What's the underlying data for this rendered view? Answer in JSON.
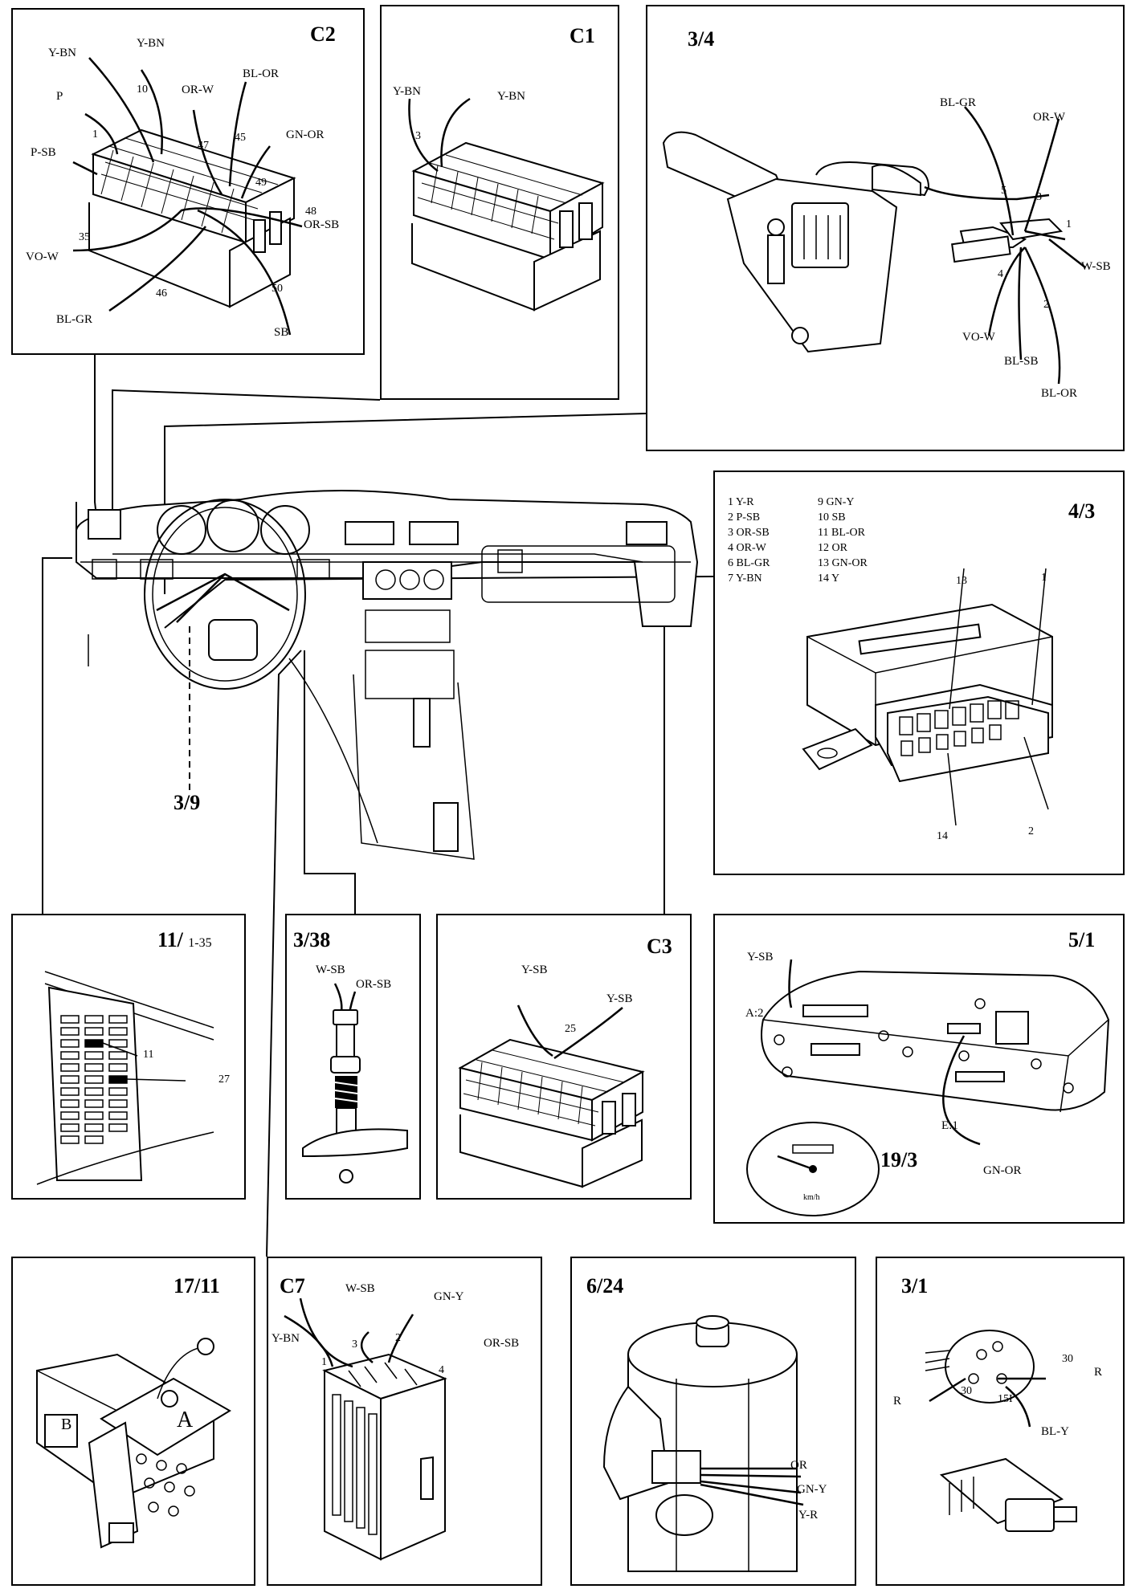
{
  "panels": {
    "c2": {
      "title": "C2",
      "labels": {
        "ybn_a": "Y-BN",
        "ybn_b": "Y-BN",
        "p": "P",
        "psb": "P-SB",
        "orw": "OR-W",
        "blor": "BL-OR",
        "gnor": "GN-OR",
        "vow": "VO-W",
        "blgr": "BL-GR",
        "orsb": "OR-SB",
        "sb": "SB"
      },
      "pins": {
        "p10": "10",
        "p1": "1",
        "p47": "47",
        "p45": "45",
        "p49": "49",
        "p48": "48",
        "p35": "35",
        "p46": "46",
        "p50": "50"
      }
    },
    "c1": {
      "title": "C1",
      "labels": {
        "ybn_a": "Y-BN",
        "ybn_b": "Y-BN"
      },
      "pins": {
        "p3": "3"
      }
    },
    "p34": {
      "title": "3/4",
      "labels": {
        "blgr": "BL-GR",
        "orw": "OR-W",
        "wsb": "W-SB",
        "vow": "VO-W",
        "blsb": "BL-SB",
        "blor": "BL-OR"
      },
      "pins": {
        "p5": "5",
        "p3": "3",
        "p1": "1",
        "p4": "4",
        "p2": "2"
      }
    },
    "p43": {
      "title": "4/3",
      "legend_left": [
        "1  Y-R",
        "2  P-SB",
        "3  OR-SB",
        "4  OR-W",
        "6  BL-GR",
        "7  Y-BN"
      ],
      "legend_right": [
        "9  GN-Y",
        "10  SB",
        "11  BL-OR",
        "12  OR",
        "13  GN-OR",
        "14  Y"
      ],
      "pins": {
        "p13": "13",
        "p1": "1",
        "p14": "14",
        "p2": "2"
      }
    },
    "p39": {
      "title": "3/9"
    },
    "p1135": {
      "title": "11/",
      "subtitle": "1-35",
      "pins": {
        "p11": "11",
        "p27": "27"
      }
    },
    "p338": {
      "title": "3/38",
      "labels": {
        "wsb": "W-SB",
        "orsb": "OR-SB"
      }
    },
    "c3": {
      "title": "C3",
      "labels": {
        "ysb_a": "Y-SB",
        "ysb_b": "Y-SB"
      },
      "pins": {
        "p25": "25"
      }
    },
    "p51": {
      "title": "5/1",
      "labels": {
        "ysb": "Y-SB",
        "a2": "A:2",
        "e1": "E:1",
        "gnor": "GN-OR"
      },
      "inset_title": "19/3",
      "gauge_unit": "km/h"
    },
    "p1711": {
      "title": "17/11",
      "letters": {
        "a": "A",
        "b": "B"
      }
    },
    "c7": {
      "title": "C7",
      "labels": {
        "ybn": "Y-BN",
        "wsb": "W-SB",
        "gny": "GN-Y",
        "orsb": "OR-SB"
      },
      "pins": {
        "p1": "1",
        "p3": "3",
        "p2": "2",
        "p4": "4"
      }
    },
    "p624": {
      "title": "6/24",
      "labels": {
        "or": "OR",
        "gny": "GN-Y",
        "yr": "Y-R"
      }
    },
    "p31": {
      "title": "3/1",
      "labels": {
        "r_a": "R",
        "r_b": "R",
        "bly": "BL-Y"
      },
      "pins": {
        "p30a": "30",
        "p30b": "30",
        "p15i": "15I"
      }
    }
  }
}
